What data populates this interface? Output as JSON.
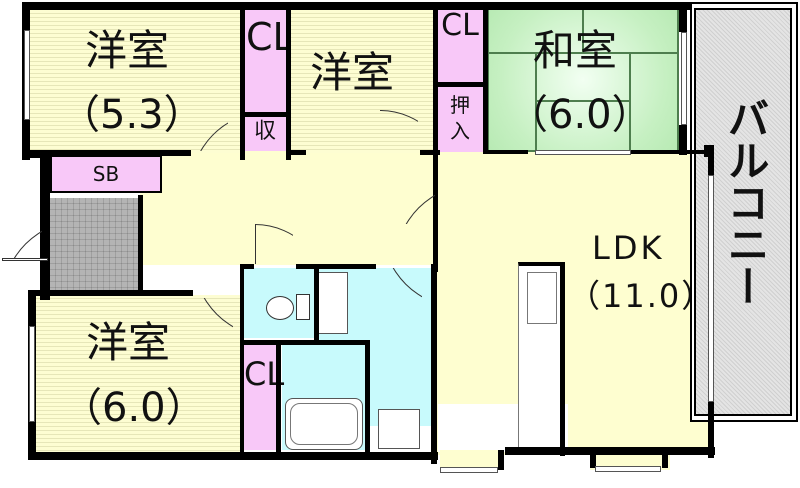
{
  "plan": {
    "rooms": [
      {
        "id": "western-room-nw",
        "name": "洋室",
        "size": "（5.3）"
      },
      {
        "id": "western-room-n",
        "name": "洋室"
      },
      {
        "id": "japanese-room",
        "name": "和室",
        "size": "（6.0）"
      },
      {
        "id": "ldk",
        "name": "LDK",
        "size": "（11.0）"
      },
      {
        "id": "western-room-sw",
        "name": "洋室",
        "size": "（6.0）"
      },
      {
        "id": "balcony",
        "name": "バルコニー"
      }
    ],
    "storage": {
      "cl_nw": "CL",
      "cl_n": "CL",
      "cl_sw": "CL",
      "shu": "収",
      "oshiire": "押入",
      "sb": "SB"
    },
    "colors": {
      "wall": "#000000",
      "western_floor": "#fdfdd2",
      "hall_floor": "#fefed0",
      "closet": "#f8c8f8",
      "wet_area": "#c8fafc",
      "tatami": "#c6f0c2",
      "balcony": "#dcdcdc"
    }
  }
}
